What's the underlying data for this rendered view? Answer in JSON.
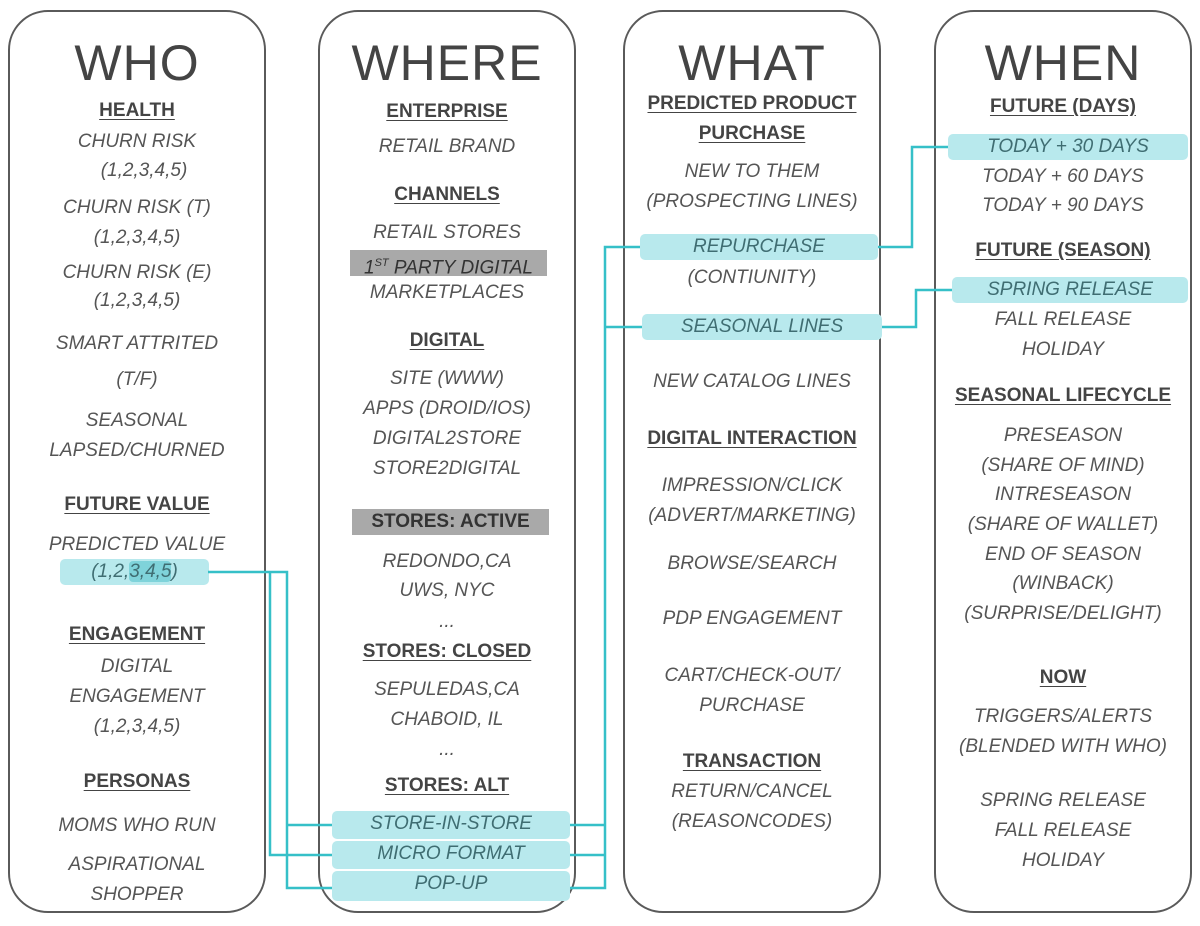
{
  "who": {
    "title": "WHO",
    "items": [
      "HEALTH",
      "CHURN RISK",
      "(1,2,3,4,5)",
      "CHURN RISK (T)",
      "(1,2,3,4,5)",
      "CHURN RISK (E)",
      "(1,2,3,4,5)",
      "SMART ATTRITED",
      "(T/F)",
      "SEASONAL",
      "LAPSED/CHURNED",
      "FUTURE VALUE",
      "PREDICTED VALUE",
      "ENGAGEMENT",
      "DIGITAL",
      "ENGAGEMENT",
      "(1,2,3,4,5)",
      "PERSONAS",
      "MOMS WHO RUN",
      "ASPIRATIONAL",
      "SHOPPER"
    ],
    "predicted_value_scale": {
      "before": "(1,2,",
      "highlighted": "3,4,5",
      "after": ")"
    }
  },
  "where": {
    "title": "WHERE",
    "items": [
      "ENTERPRISE",
      "RETAIL BRAND",
      "CHANNELS",
      "RETAIL STORES",
      "MARKETPLACES",
      "DIGITAL",
      "SITE (WWW)",
      "APPS (DROID/IOS)",
      "DIGITAL2STORE",
      "STORE2DIGITAL",
      "STORES: ACTIVE",
      "REDONDO,CA",
      "UWS, NYC",
      "...",
      "STORES: CLOSED",
      "SEPULEDAS,CA",
      "CHABOID, IL",
      "...",
      "STORES: ALT",
      "STORE-IN-STORE",
      "MICRO FORMAT",
      "POP-UP"
    ],
    "first_party": {
      "num": "1",
      "sup": "ST",
      "rest": " PARTY DIGITAL"
    }
  },
  "what": {
    "title": "WHAT",
    "items": [
      "PREDICTED PRODUCT",
      "PURCHASE",
      "NEW TO THEM",
      "(PROSPECTING LINES)",
      "REPURCHASE",
      "(CONTIUNITY)",
      "SEASONAL LINES",
      "NEW CATALOG LINES",
      "DIGITAL INTERACTION",
      "IMPRESSION/CLICK",
      "(ADVERT/MARKETING)",
      "BROWSE/SEARCH",
      "PDP ENGAGEMENT",
      "CART/CHECK-OUT/",
      "PURCHASE",
      "TRANSACTION",
      "RETURN/CANCEL",
      "(REASONCODES)"
    ]
  },
  "when": {
    "title": "WHEN",
    "items": [
      "FUTURE (DAYS)",
      "TODAY + 30 DAYS",
      "TODAY + 60 DAYS",
      "TODAY + 90 DAYS",
      "FUTURE (SEASON)",
      "SPRING RELEASE",
      "FALL RELEASE",
      "HOLIDAY",
      "SEASONAL LIFECYCLE",
      "PRESEASON",
      "(SHARE OF MIND)",
      "INTRESEASON",
      "(SHARE OF WALLET)",
      "END OF SEASON",
      "(WINBACK)",
      "(SURPRISE/DELIGHT)",
      "NOW",
      "TRIGGERS/ALERTS",
      "(BLENDED WITH WHO)",
      "SPRING RELEASE",
      "FALL RELEASE",
      "HOLIDAY"
    ]
  },
  "colors": {
    "highlight": "#b8e9ed",
    "connector": "#36c0c8",
    "gray_highlight": "#a9a9a9",
    "border": "#5a5a5a"
  }
}
